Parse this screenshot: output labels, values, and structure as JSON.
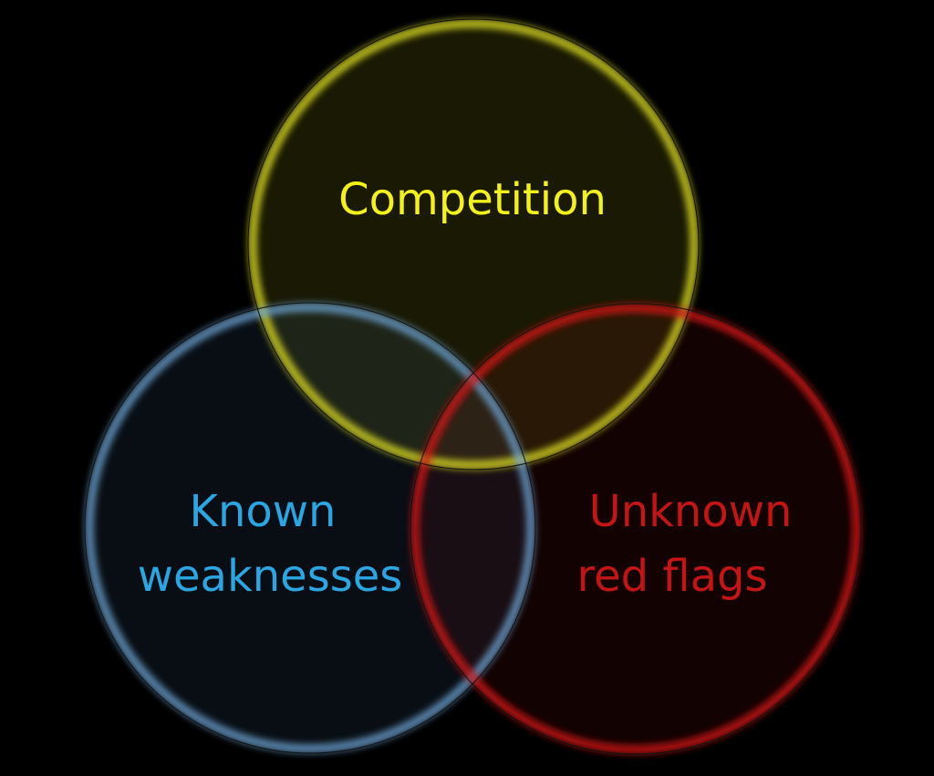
{
  "diagram": {
    "type": "venn",
    "sets": [
      {
        "id": "competition",
        "lines": [
          "Competition"
        ],
        "color": "#f2f21a"
      },
      {
        "id": "known",
        "lines": [
          "Known",
          "weaknesses"
        ],
        "color": "#2aa6e2"
      },
      {
        "id": "unknown",
        "lines": [
          "Unknown",
          "red flags"
        ],
        "color": "#c41414"
      }
    ]
  }
}
